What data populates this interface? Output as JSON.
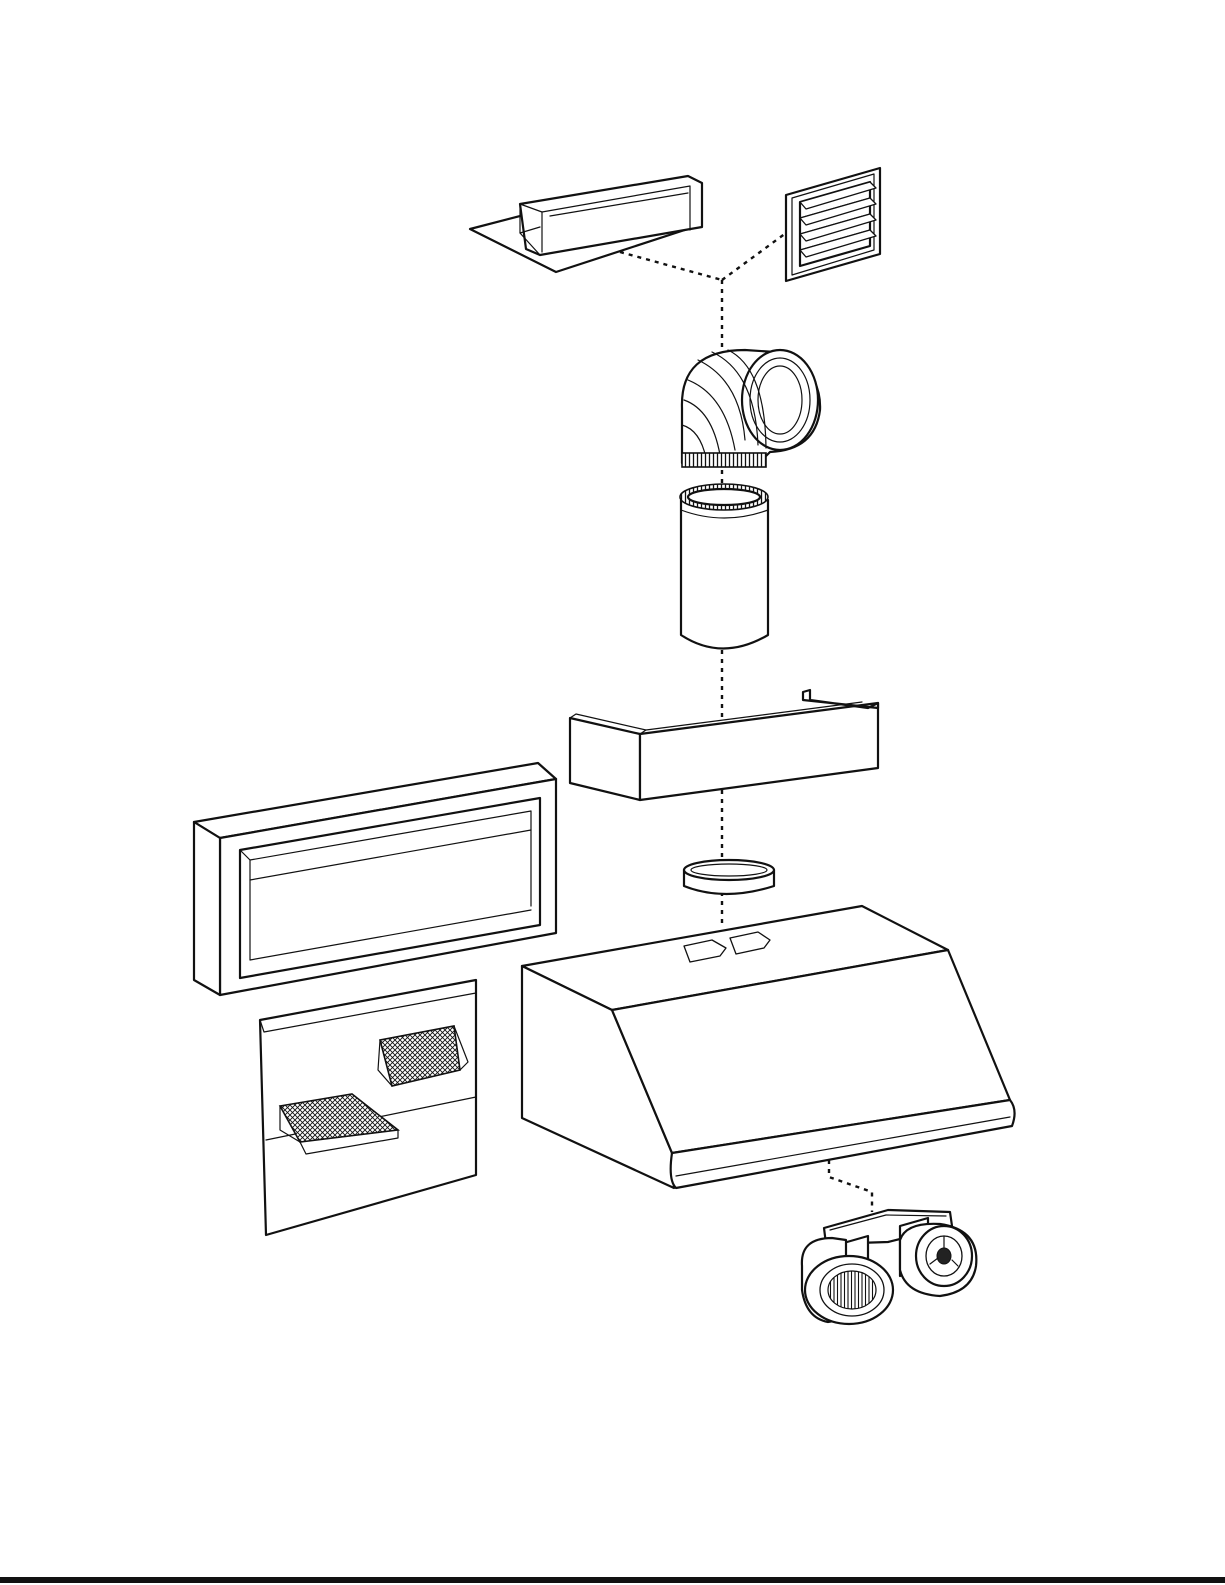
{
  "diagram": {
    "type": "exploded-parts-view",
    "parts": [
      "roof-cap",
      "wall-cap",
      "duct-elbow",
      "round-duct",
      "duct-cover",
      "liner-frame",
      "duct-collar",
      "range-hood-body",
      "baffle-filter-panel",
      "blower-assembly"
    ],
    "colors": {
      "line": "#111111",
      "background": "#ffffff"
    }
  }
}
